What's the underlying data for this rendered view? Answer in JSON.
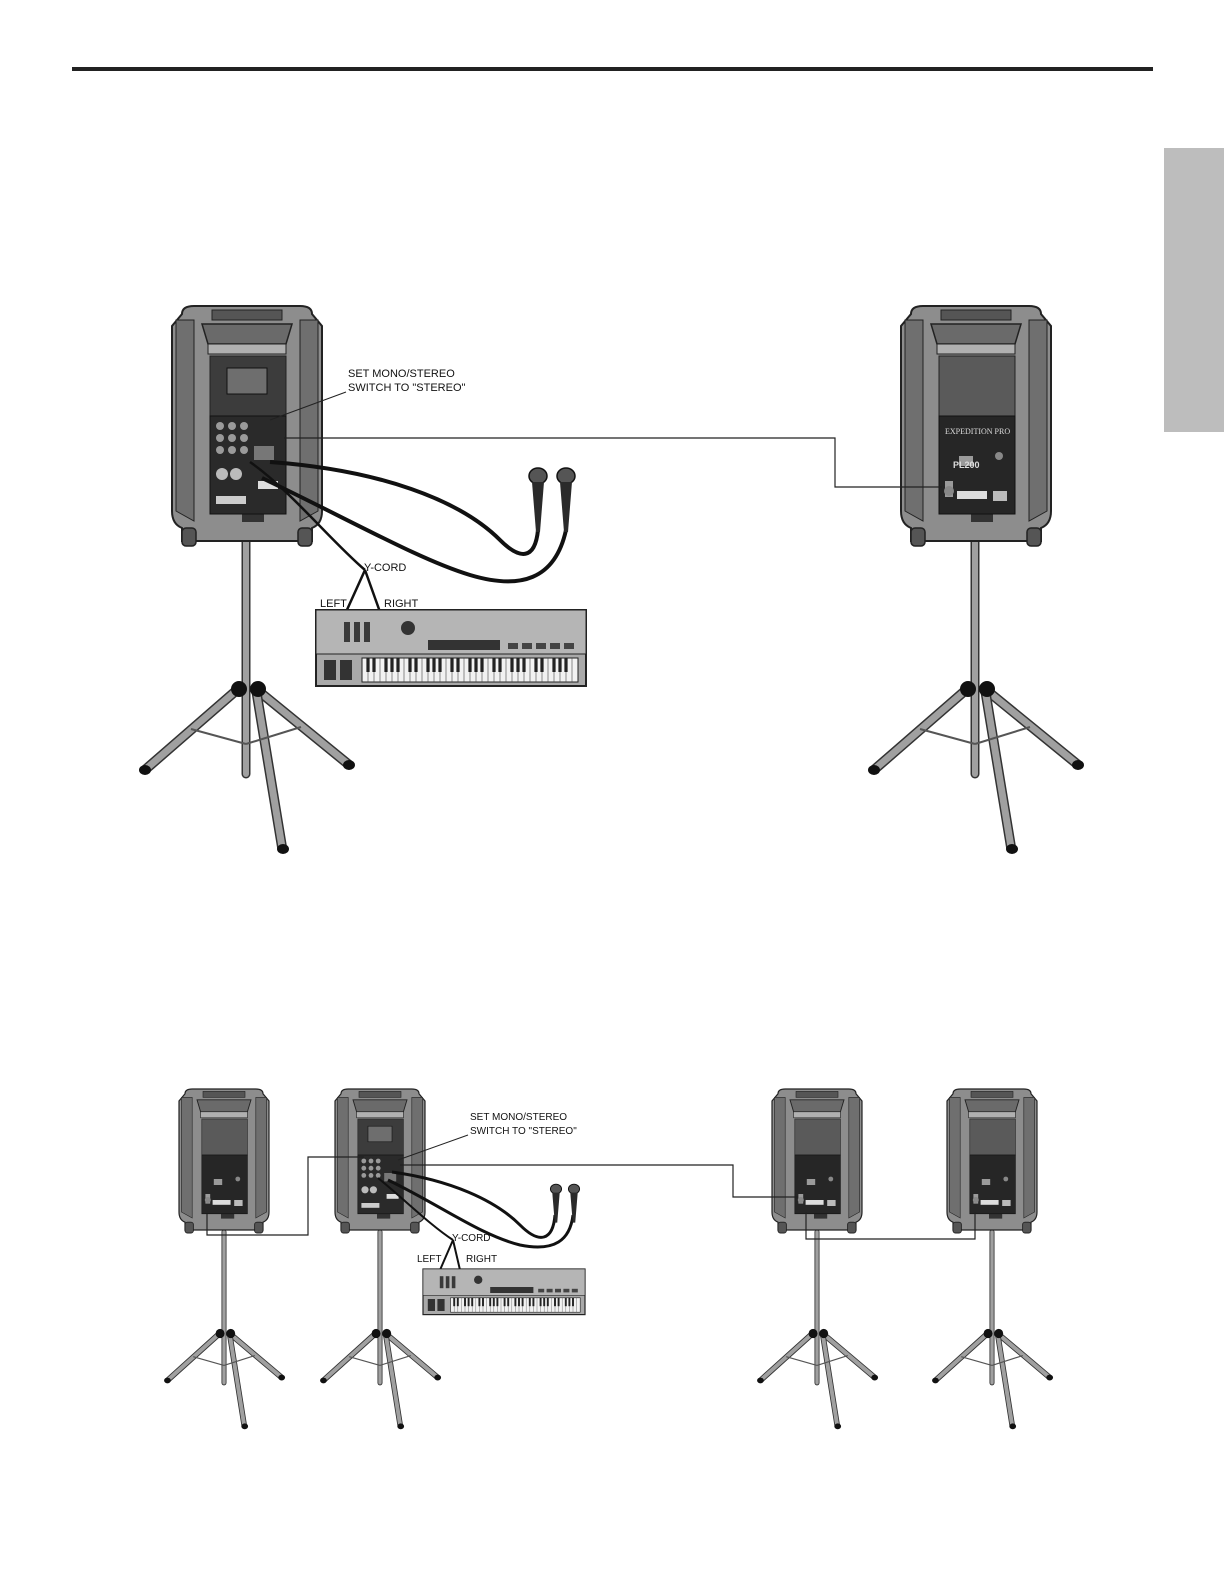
{
  "figure1": {
    "switch_note_line1": "SET MONO/STEREO",
    "switch_note_line2": "SWITCH TO \"STEREO\"",
    "ycord_label": "Y-CORD",
    "left_label": "LEFT",
    "right_label": "RIGHT",
    "brand_text": "EXPEDITION PRO",
    "model_text": "PL200"
  },
  "figure2": {
    "switch_note_line1": "SET MONO/STEREO",
    "switch_note_line2": "SWITCH TO \"STEREO\"",
    "ycord_label": "Y-CORD",
    "left_label": "LEFT",
    "right_label": "RIGHT"
  },
  "colors": {
    "speaker_body": "#8a8a8a",
    "speaker_dark": "#3a3a3a",
    "panel": "#2b2b2b",
    "stand": "#9a9a9a",
    "keyboard": "#a8a8a8",
    "side_tab": "#bdbdbd"
  }
}
